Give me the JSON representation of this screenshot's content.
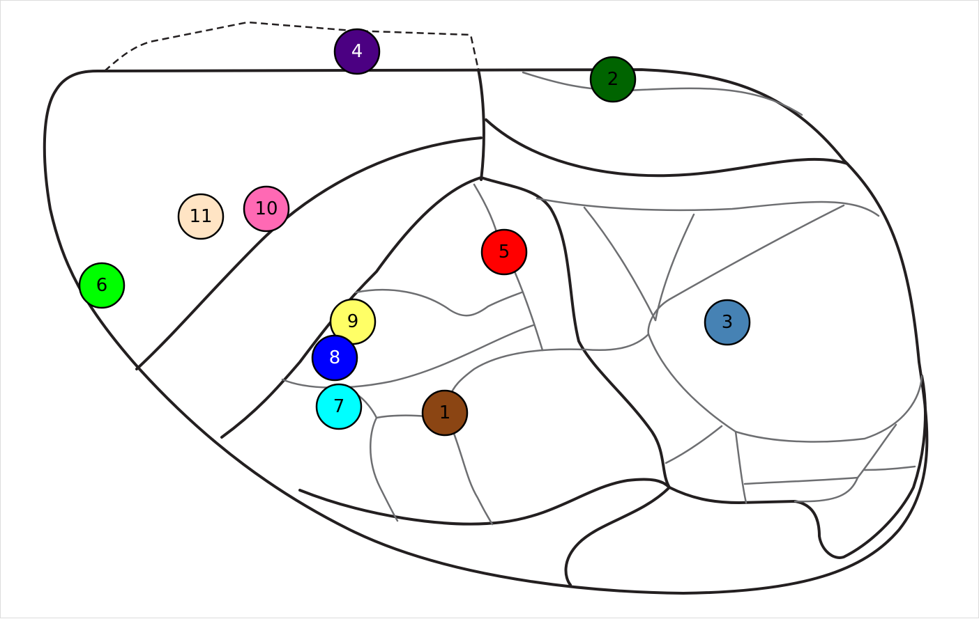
{
  "markers": [
    {
      "id": "marker-1",
      "label": "1",
      "color": "#8b4513",
      "text_color": "#000000"
    },
    {
      "id": "marker-2",
      "label": "2",
      "color": "#006400",
      "text_color": "#000000"
    },
    {
      "id": "marker-3",
      "label": "3",
      "color": "#4682b4",
      "text_color": "#000000"
    },
    {
      "id": "marker-4",
      "label": "4",
      "color": "#4b0082",
      "text_color": "#ffffff"
    },
    {
      "id": "marker-5",
      "label": "5",
      "color": "#ff0000",
      "text_color": "#000000"
    },
    {
      "id": "marker-6",
      "label": "6",
      "color": "#00ff00",
      "text_color": "#000000"
    },
    {
      "id": "marker-7",
      "label": "7",
      "color": "#00ffff",
      "text_color": "#000000"
    },
    {
      "id": "marker-8",
      "label": "8",
      "color": "#0000ff",
      "text_color": "#ffffff"
    },
    {
      "id": "marker-9",
      "label": "9",
      "color": "#ffff66",
      "text_color": "#000000"
    },
    {
      "id": "marker-10",
      "label": "10",
      "color": "#ff69b4",
      "text_color": "#000000"
    },
    {
      "id": "marker-11",
      "label": "11",
      "color": "#ffe4c4",
      "text_color": "#000000"
    }
  ]
}
